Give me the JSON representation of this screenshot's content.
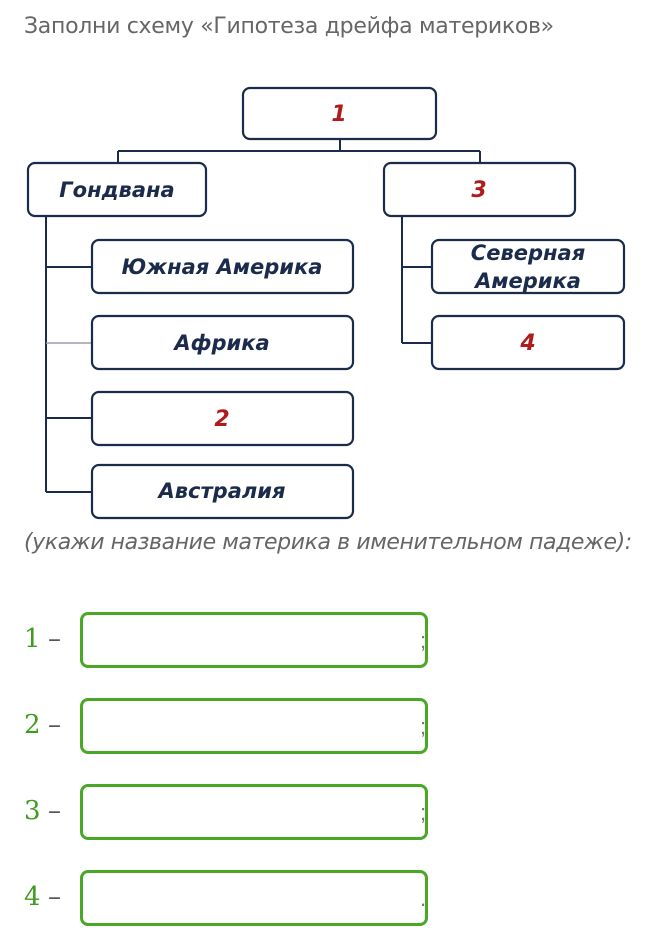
{
  "title": "Заполни схему «Гипотеза дрейфа материков»",
  "diagram": {
    "root": "1",
    "left_parent": "Гондвана",
    "right_parent": "3",
    "left_children": [
      "Южная Америка",
      "Африка",
      "2",
      "Австралия"
    ],
    "right_children": [
      "Северная Америка",
      "4"
    ],
    "right_child_1_lines": [
      "Северная",
      "Америка"
    ]
  },
  "hint": "(укажи название материка в именительном падеже):",
  "answers": [
    {
      "num": "1",
      "dash": "–",
      "value": "",
      "punct": ";"
    },
    {
      "num": "2",
      "dash": "–",
      "value": "",
      "punct": ";"
    },
    {
      "num": "3",
      "dash": "–",
      "value": "",
      "punct": ";"
    },
    {
      "num": "4",
      "dash": "–",
      "value": "",
      "punct": "."
    }
  ],
  "colors": {
    "box_border": "#1b2b4b",
    "box_text": "#1b2b4b",
    "number_red": "#b01c1c",
    "answer_green": "#4aa827"
  }
}
